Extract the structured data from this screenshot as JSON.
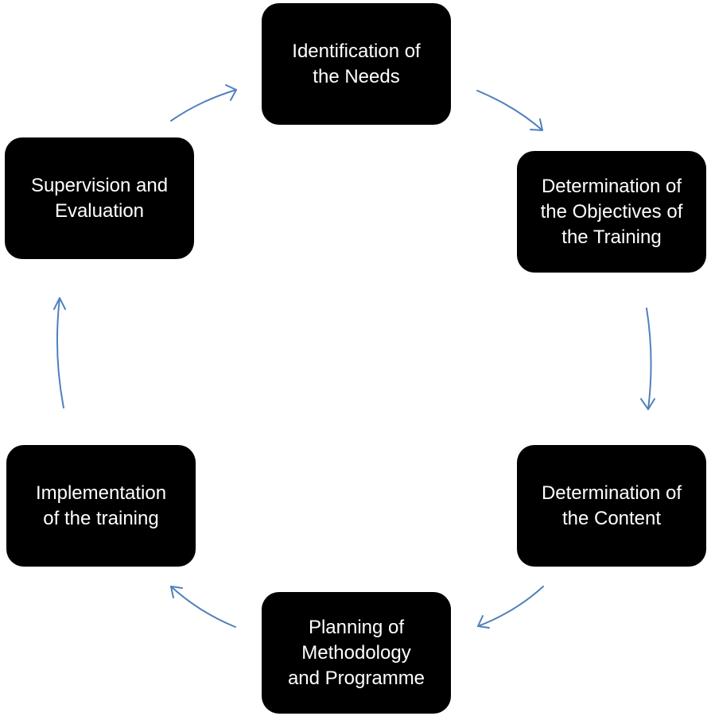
{
  "diagram": {
    "colors": {
      "box_fill": "#000000",
      "box_text": "#ffffff",
      "arrow": "#4f81bd"
    },
    "steps": [
      {
        "label": "Identification of\nthe Needs"
      },
      {
        "label": "Determination of\nthe Objectives of\nthe Training"
      },
      {
        "label": "Determination of\nthe Content"
      },
      {
        "label": "Planning of\nMethodology\nand Programme"
      },
      {
        "label": "Implementation\nof the training"
      },
      {
        "label": "Supervision and\nEvaluation"
      }
    ],
    "flow": [
      {
        "from": 0,
        "to": 1
      },
      {
        "from": 1,
        "to": 2
      },
      {
        "from": 2,
        "to": 3
      },
      {
        "from": 3,
        "to": 4
      },
      {
        "from": 4,
        "to": 5
      },
      {
        "from": 5,
        "to": 0
      }
    ]
  }
}
